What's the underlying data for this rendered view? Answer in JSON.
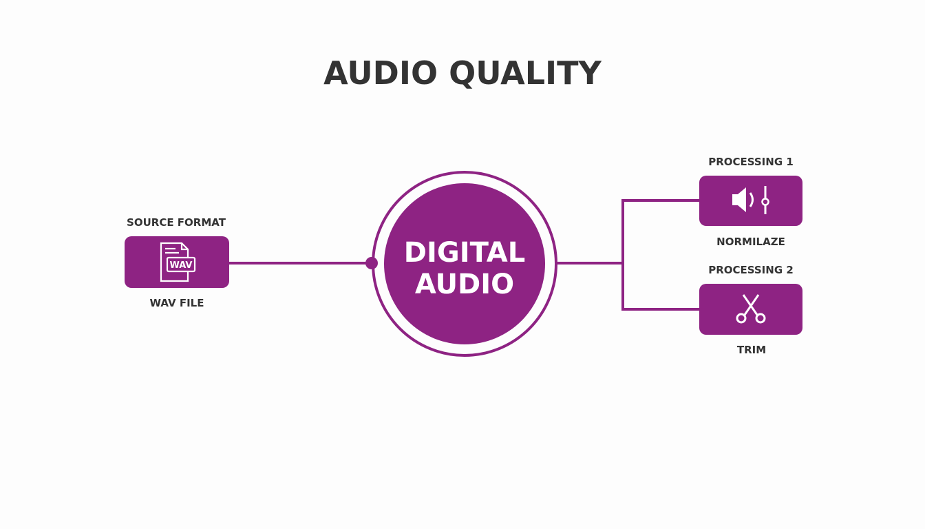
{
  "title": "AUDIO QUALITY",
  "colors": {
    "accent": "#8e2383",
    "text": "#333333",
    "background": "#fdfdfd"
  },
  "center": {
    "line1": "DIGITAL",
    "line2": "AUDIO"
  },
  "source": {
    "heading": "SOURCE FORMAT",
    "caption": "WAV FILE",
    "icon": "wav-file-icon",
    "icon_text": "WAV"
  },
  "processing": [
    {
      "heading": "PROCESSING 1",
      "caption": "NORMILAZE",
      "icon": "speaker-equalizer-icon"
    },
    {
      "heading": "PROCESSING 2",
      "caption": "TRIM",
      "icon": "scissors-icon"
    }
  ]
}
